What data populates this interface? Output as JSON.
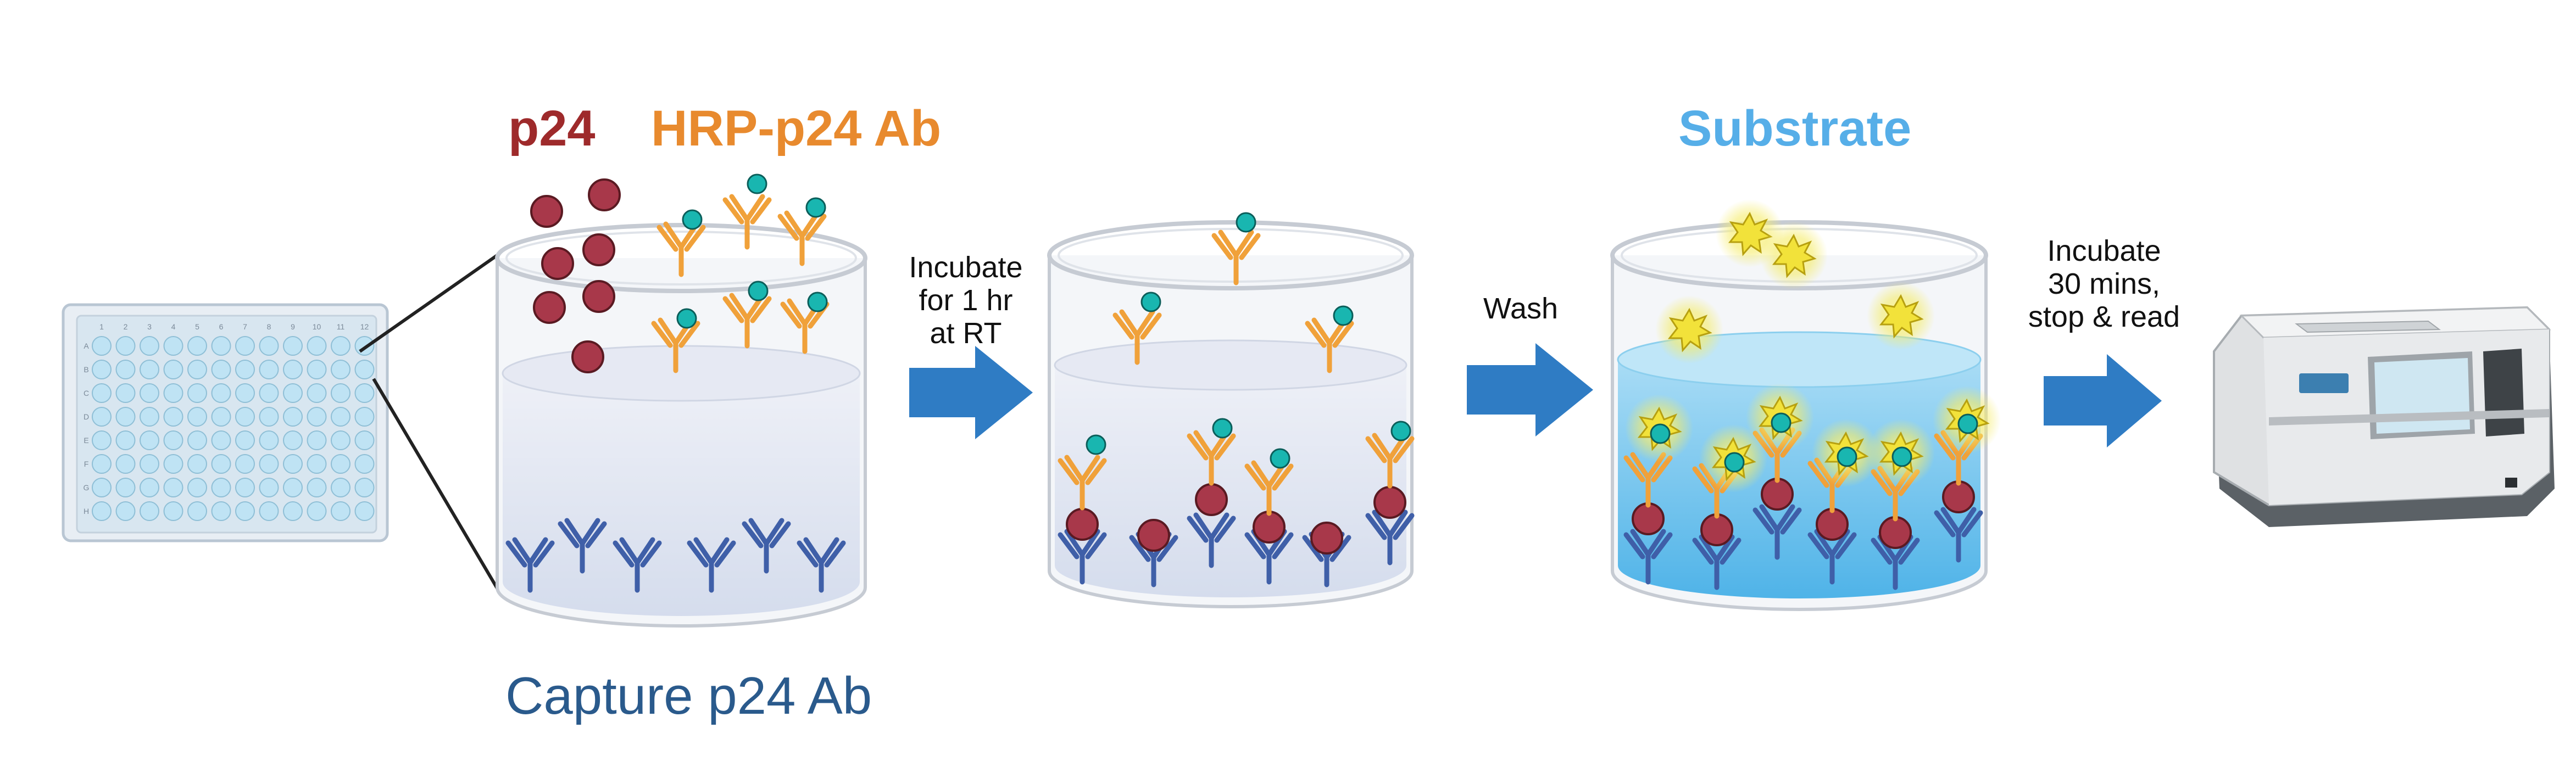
{
  "labels": {
    "p24": "p24",
    "hrp_ab": "HRP-p24 Ab",
    "substrate": "Substrate",
    "capture_ab": "Capture p24 Ab"
  },
  "steps": {
    "incubate_1": [
      "Incubate",
      "for 1 hr",
      "at RT"
    ],
    "wash": "Wash",
    "incubate_2": [
      "Incubate",
      "30 mins,",
      "stop & read"
    ]
  },
  "plate": {
    "columns": [
      "1",
      "2",
      "3",
      "4",
      "5",
      "6",
      "7",
      "8",
      "9",
      "10",
      "11",
      "12"
    ],
    "rows": [
      "A",
      "B",
      "C",
      "D",
      "E",
      "F",
      "G",
      "H"
    ]
  },
  "colors": {
    "p24": "#9e2a2b",
    "p24_fill": "#a8384a",
    "hrp_ab": "#f0a13a",
    "hrp_label": "#e88a2e",
    "hrp_dot": "#19b6b0",
    "capture_ab": "#3f5fa8",
    "capture_label": "#2a5a8c",
    "substrate": "#56aee8",
    "arrow": "#2f7cc4",
    "star": "#f2e23a"
  }
}
